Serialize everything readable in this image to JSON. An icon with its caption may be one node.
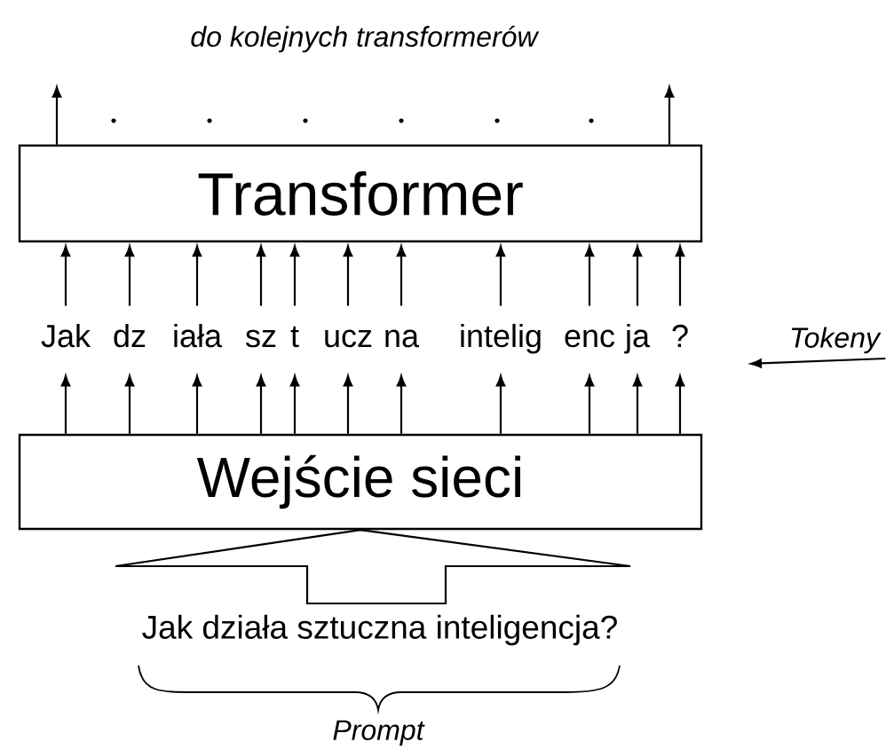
{
  "diagram": {
    "title": "do kolejnych transformerów",
    "nodes": [
      {
        "text": [
          "Transformer"
        ]
      },
      {
        "text": [
          "Jak"
        ]
      },
      {
        "text": [
          "dz"
        ]
      },
      {
        "text": [
          "iała"
        ]
      },
      {
        "text": [
          "sz"
        ]
      },
      {
        "text": [
          "t"
        ]
      },
      {
        "text": [
          "ucz"
        ]
      },
      {
        "text": [
          "na"
        ]
      },
      {
        "text": [
          "intelig"
        ]
      },
      {
        "text": [
          "enc"
        ]
      },
      {
        "text": [
          "ja"
        ]
      },
      {
        "text": [
          "?"
        ]
      },
      {
        "text": [
          "Tokeny"
        ]
      },
      {
        "text": [
          "Wejście sieci"
        ]
      },
      {
        "text": [
          "Jak działa sztuczna inteligencja?"
        ]
      }
    ],
    "edges": [
      {
        "from": 0,
        "to": null,
        "arrow": "to"
      },
      {
        "from": 0,
        "to": null,
        "arrow": "to"
      },
      {
        "from": 13,
        "to": 1,
        "arrow": "to"
      },
      {
        "from": 1,
        "to": 0,
        "arrow": "to"
      },
      {
        "from": 13,
        "to": 2,
        "arrow": "to"
      },
      {
        "from": 2,
        "to": 0,
        "arrow": "to"
      },
      {
        "from": 13,
        "to": 3,
        "arrow": "to"
      },
      {
        "from": 3,
        "to": 0,
        "arrow": "to"
      },
      {
        "from": 13,
        "to": 4,
        "arrow": "to"
      },
      {
        "from": 4,
        "to": 0,
        "arrow": "to"
      },
      {
        "from": 13,
        "to": 5,
        "arrow": "to"
      },
      {
        "from": 5,
        "to": 0,
        "arrow": "to"
      },
      {
        "from": 13,
        "to": 6,
        "arrow": "to"
      },
      {
        "from": 6,
        "to": 0,
        "arrow": "to"
      },
      {
        "from": 13,
        "to": 7,
        "arrow": "to"
      },
      {
        "from": 7,
        "to": 0,
        "arrow": "to"
      },
      {
        "from": 13,
        "to": 8,
        "arrow": "to"
      },
      {
        "from": 8,
        "to": 0,
        "arrow": "to"
      },
      {
        "from": 13,
        "to": 9,
        "arrow": "to"
      },
      {
        "from": 9,
        "to": 0,
        "arrow": "to"
      },
      {
        "from": 13,
        "to": 10,
        "arrow": "to"
      },
      {
        "from": 10,
        "to": 0,
        "arrow": "to"
      },
      {
        "from": 13,
        "to": 11,
        "arrow": "to"
      },
      {
        "from": 11,
        "to": 0,
        "arrow": "to"
      },
      {
        "from": 12,
        "to": null,
        "arrow": "to"
      },
      {
        "from": 14,
        "to": 13,
        "arrow": "to"
      }
    ],
    "labels": [
      "Prompt"
    ]
  }
}
